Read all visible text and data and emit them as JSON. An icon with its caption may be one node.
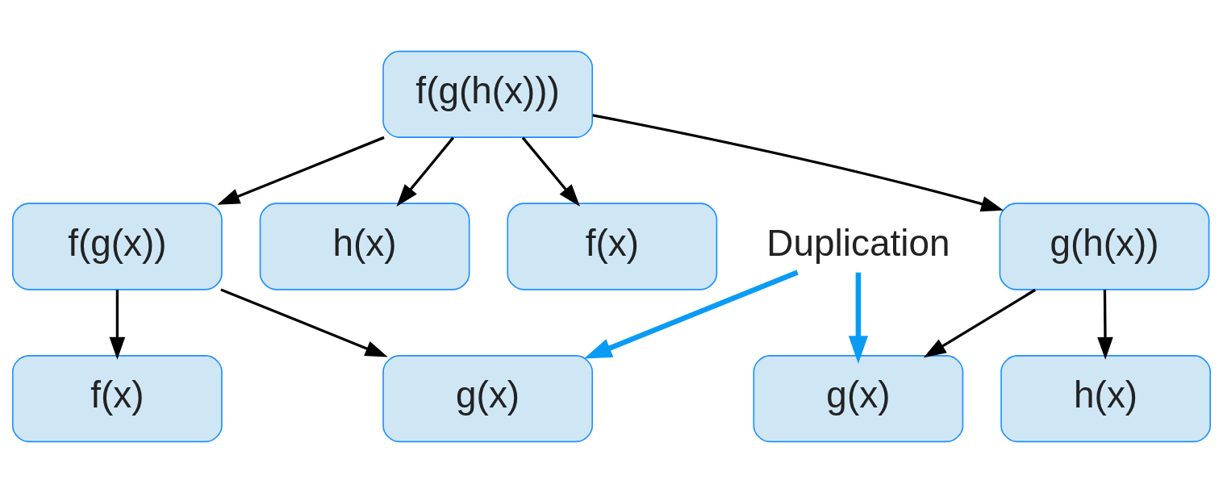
{
  "diagram": {
    "nodes": [
      {
        "text": [
          "f(g(h(x)))"
        ]
      },
      {
        "text": [
          "f(g(x))"
        ]
      },
      {
        "text": [
          "h(x)"
        ]
      },
      {
        "text": [
          "f(x)"
        ]
      },
      {
        "text": [
          "g(h(x))"
        ]
      },
      {
        "text": [
          "f(x)"
        ]
      },
      {
        "text": [
          "g(x)"
        ]
      },
      {
        "text": [
          "g(x)"
        ]
      },
      {
        "text": [
          "h(x)"
        ]
      },
      {
        "text": [
          "Duplication"
        ]
      }
    ],
    "edges": [
      {
        "from": 0,
        "to": 1,
        "arrow": "to"
      },
      {
        "from": 0,
        "to": 2,
        "arrow": "to"
      },
      {
        "from": 0,
        "to": 3,
        "arrow": "to"
      },
      {
        "from": 0,
        "to": 4,
        "arrow": "to"
      },
      {
        "from": 1,
        "to": 5,
        "arrow": "to"
      },
      {
        "from": 1,
        "to": 6,
        "arrow": "to"
      },
      {
        "from": 4,
        "to": 7,
        "arrow": "to"
      },
      {
        "from": 4,
        "to": 8,
        "arrow": "to"
      },
      {
        "from": 9,
        "to": 6,
        "arrow": "to",
        "style": "thick",
        "color": "#0a9bf5"
      },
      {
        "from": 9,
        "to": 7,
        "arrow": "to",
        "style": "thick",
        "color": "#0a9bf5"
      }
    ]
  }
}
